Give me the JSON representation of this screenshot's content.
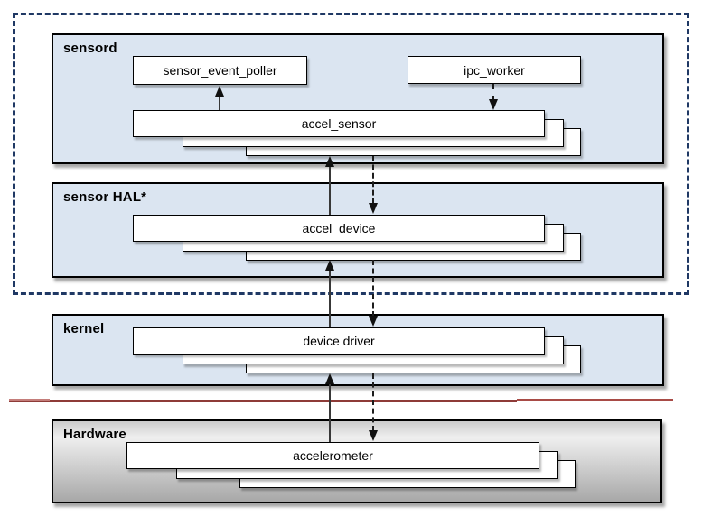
{
  "diagram": {
    "title": "sensord / sensor HAL / kernel / hardware stack diagram",
    "sections": {
      "sensord": {
        "label": "sensord"
      },
      "sensor_hal": {
        "label": "sensor HAL*"
      },
      "kernel": {
        "label": "kernel"
      },
      "hardware": {
        "label": "Hardware"
      }
    },
    "nodes": {
      "sensor_event_poller": {
        "label": "sensor_event_poller"
      },
      "ipc_worker": {
        "label": "ipc_worker"
      },
      "accel_sensor": {
        "label": "accel_sensor",
        "stacked": true
      },
      "accel_device": {
        "label": "accel_device",
        "stacked": true
      },
      "device_driver": {
        "label": "device driver",
        "stacked": true
      },
      "accelerometer": {
        "label": "accelerometer",
        "stacked": true
      }
    },
    "connections": [
      {
        "from": "accel_sensor",
        "to": "sensor_event_poller",
        "style": "solid",
        "direction": "up"
      },
      {
        "from": "ipc_worker",
        "to": "accel_sensor",
        "style": "dashed",
        "direction": "down"
      },
      {
        "from": "accel_device",
        "to": "accel_sensor",
        "style": "solid",
        "direction": "up"
      },
      {
        "from": "accel_sensor",
        "to": "accel_device",
        "style": "dashed",
        "direction": "down"
      },
      {
        "from": "device_driver",
        "to": "accel_device",
        "style": "solid",
        "direction": "up"
      },
      {
        "from": "accel_device",
        "to": "device_driver",
        "style": "dashed",
        "direction": "down"
      },
      {
        "from": "accelerometer",
        "to": "device_driver",
        "style": "solid",
        "direction": "up"
      },
      {
        "from": "device_driver",
        "to": "accelerometer",
        "style": "dashed",
        "direction": "down"
      }
    ],
    "colors": {
      "section_fill": "#dbe5f1",
      "boundary_dash": "#1f3864",
      "hw_divider_dark": "#8e3b38",
      "hw_divider_light": "#a84b46",
      "hardware_fill_top": "#cbcbcb",
      "hardware_fill_bottom": "#a8a8a8"
    }
  }
}
